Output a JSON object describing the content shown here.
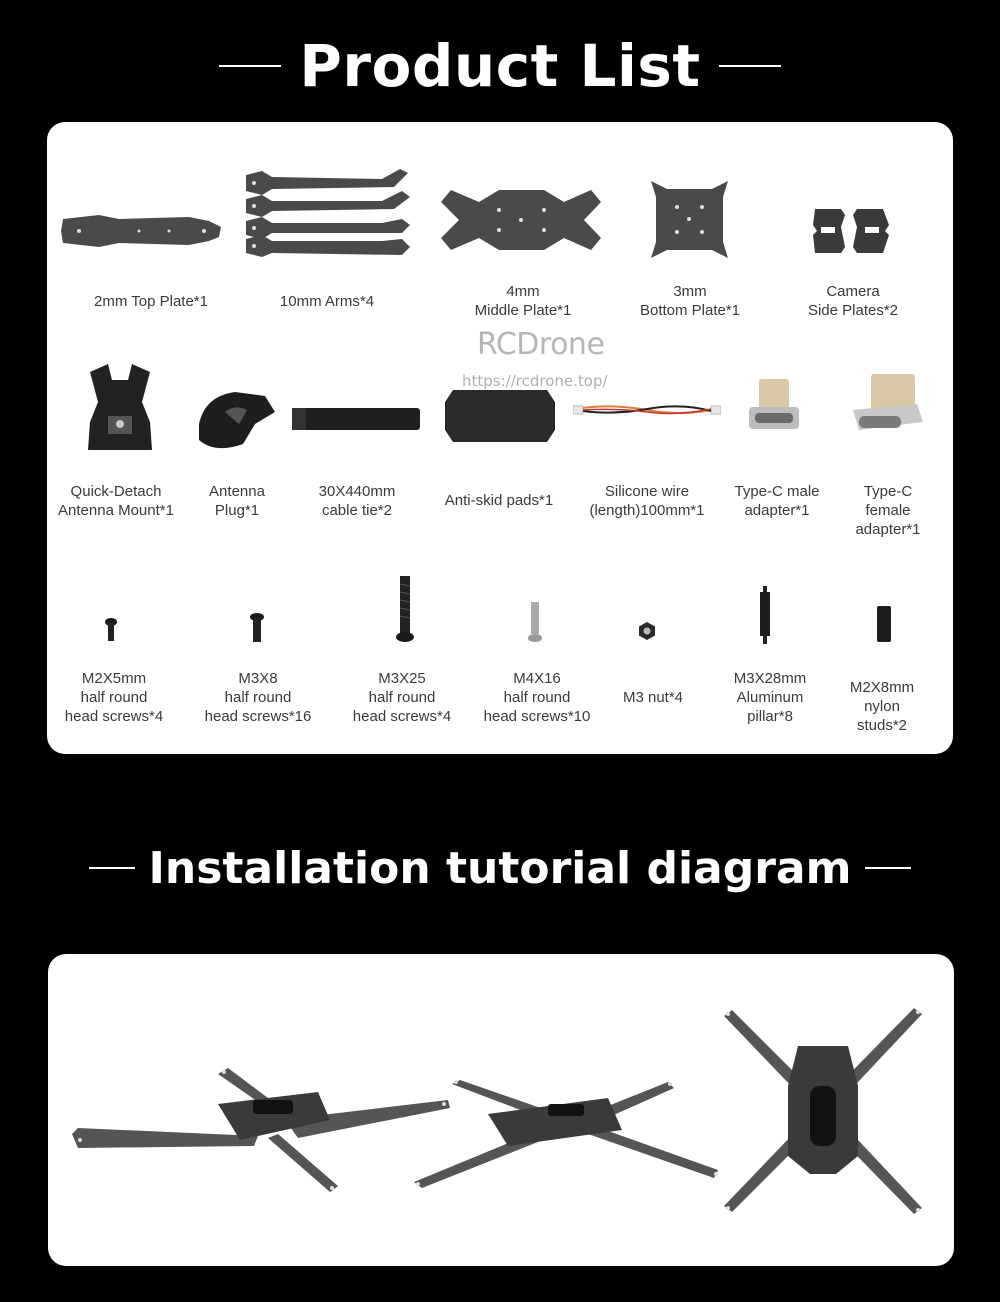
{
  "headings": {
    "product_list": "Product List",
    "installation": "Installation tutorial diagram"
  },
  "watermark": {
    "brand": "RCDrone",
    "url": "https://rcdrone.top/"
  },
  "products": {
    "top_plate": "2mm Top Plate*1",
    "arms": "10mm Arms*4",
    "middle_plate": "4mm\nMiddle Plate*1",
    "bottom_plate": "3mm\nBottom Plate*1",
    "camera_plates": "Camera\nSide Plates*2",
    "antenna_mount": "Quick-Detach\nAntenna Mount*1",
    "antenna_plug": "Antenna\nPlug*1",
    "cable_tie": "30X440mm\ncable tie*2",
    "anti_skid": "Anti-skid pads*1",
    "silicone_wire": "Silicone wire\n(length)100mm*1",
    "typec_male": "Type-C male\nadapter*1",
    "typec_female": "Type-C female\nadapter*1",
    "m2x5": "M2X5mm\nhalf round\nhead screws*4",
    "m3x8": "M3X8\nhalf round\nhead screws*16",
    "m3x25": "M3X25\nhalf round\nhead screws*4",
    "m4x16": "M4X16\nhalf round\nhead screws*10",
    "m3_nut": "M3 nut*4",
    "m3x28": "M3X28mm\nAluminum\npillar*8",
    "m2x8": "M2X8mm\nnylon studs*2"
  },
  "colors": {
    "background": "#000000",
    "card": "#ffffff",
    "carbon": "#4a4a4c",
    "label": "#3a3a3a"
  }
}
